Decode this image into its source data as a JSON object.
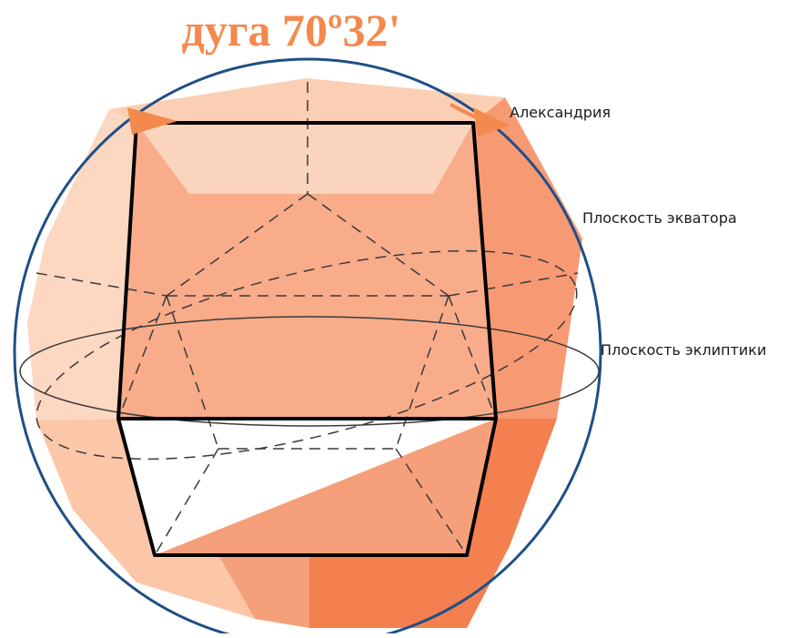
{
  "title": "дуга 70º32'",
  "labels": {
    "alexandria": "Александрия",
    "equator_plane": "Плоскость экватора",
    "ecliptic_plane": "Плоскость эклиптики"
  },
  "colors": {
    "title": "#f4894d",
    "sphere_outline": "#1f4f86",
    "face_light": "#fbcfb3",
    "face_mid": "#f7a989",
    "face_dark": "#f47f4f",
    "arrow": "#f4894d"
  }
}
